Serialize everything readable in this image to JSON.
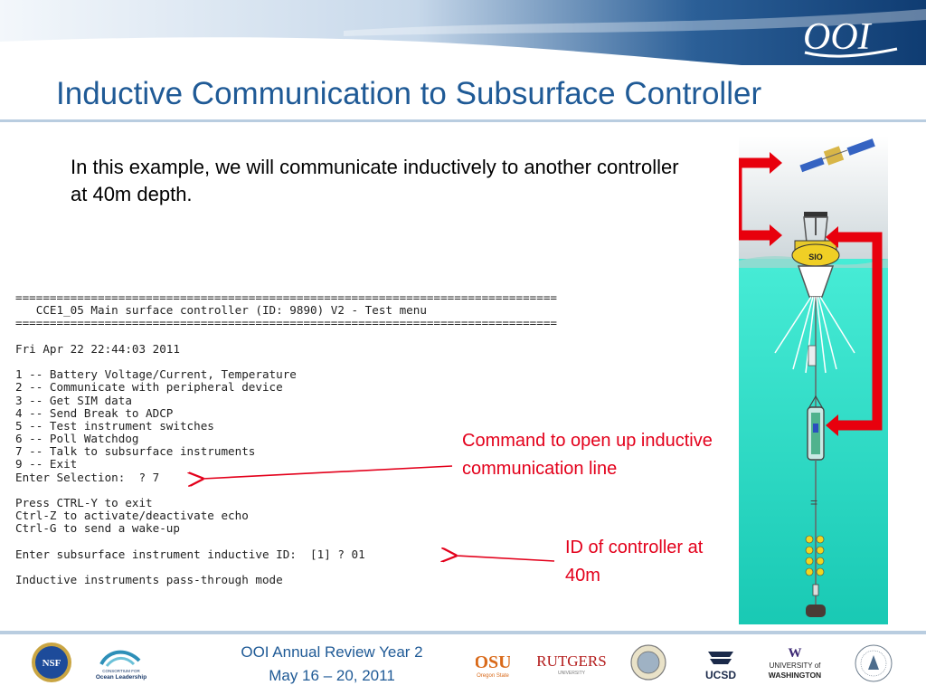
{
  "slide": {
    "title": "Inductive Communication to Subsurface Controller",
    "intro": "In this example, we will communicate inductively to another controller at 40m depth."
  },
  "console": {
    "separator": "===============================================================================",
    "menu_title": "   CCE1_05 Main surface controller (ID: 9890) V2 - Test menu",
    "datetime": "Fri Apr 22 22:44:03 2011",
    "menu_items": [
      "1 -- Battery Voltage/Current, Temperature",
      "2 -- Communicate with peripheral device",
      "3 -- Get SIM data",
      "4 -- Send Break to ADCP",
      "5 -- Test instrument switches",
      "6 -- Poll Watchdog",
      "7 -- Talk to subsurface instruments",
      "9 -- Exit"
    ],
    "selection_prompt": "Enter Selection:  ? 7",
    "hotkeys": [
      "Press CTRL-Y to exit",
      "Ctrl-Z to activate/deactivate echo",
      "Ctrl-G to send a wake-up"
    ],
    "id_prompt": "Enter subsurface instrument inductive ID:  [1] ? 01",
    "mode_line": "Inductive instruments pass-through mode"
  },
  "callouts": {
    "command": "Command to open up inductive communication line",
    "controller_id": "ID of controller at 40m"
  },
  "buoy": {
    "label": "SIO"
  },
  "footer": {
    "line1": "OOI Annual Review Year 2",
    "line2": "May 16 – 20, 2011"
  },
  "logos": {
    "ooi": "OOI",
    "nsf": "NSF",
    "ocean_leadership_line1": "CONSORTIUM FOR",
    "ocean_leadership_line2": "Ocean Leadership",
    "osu_mark": "OSU",
    "osu_sub": "Oregon State",
    "rutgers": "RUTGERS",
    "rutgers_sub": "UNIVERSITY",
    "ucsd": "UCSD",
    "uw_mark": "W",
    "uw_line1": "UNIVERSITY of",
    "uw_line2": "WASHINGTON"
  },
  "colors": {
    "title_blue": "#1f5a96",
    "callout_red": "#e3001b",
    "bracket_red": "#e8000d",
    "ocean_teal": "#2fe0c8"
  }
}
